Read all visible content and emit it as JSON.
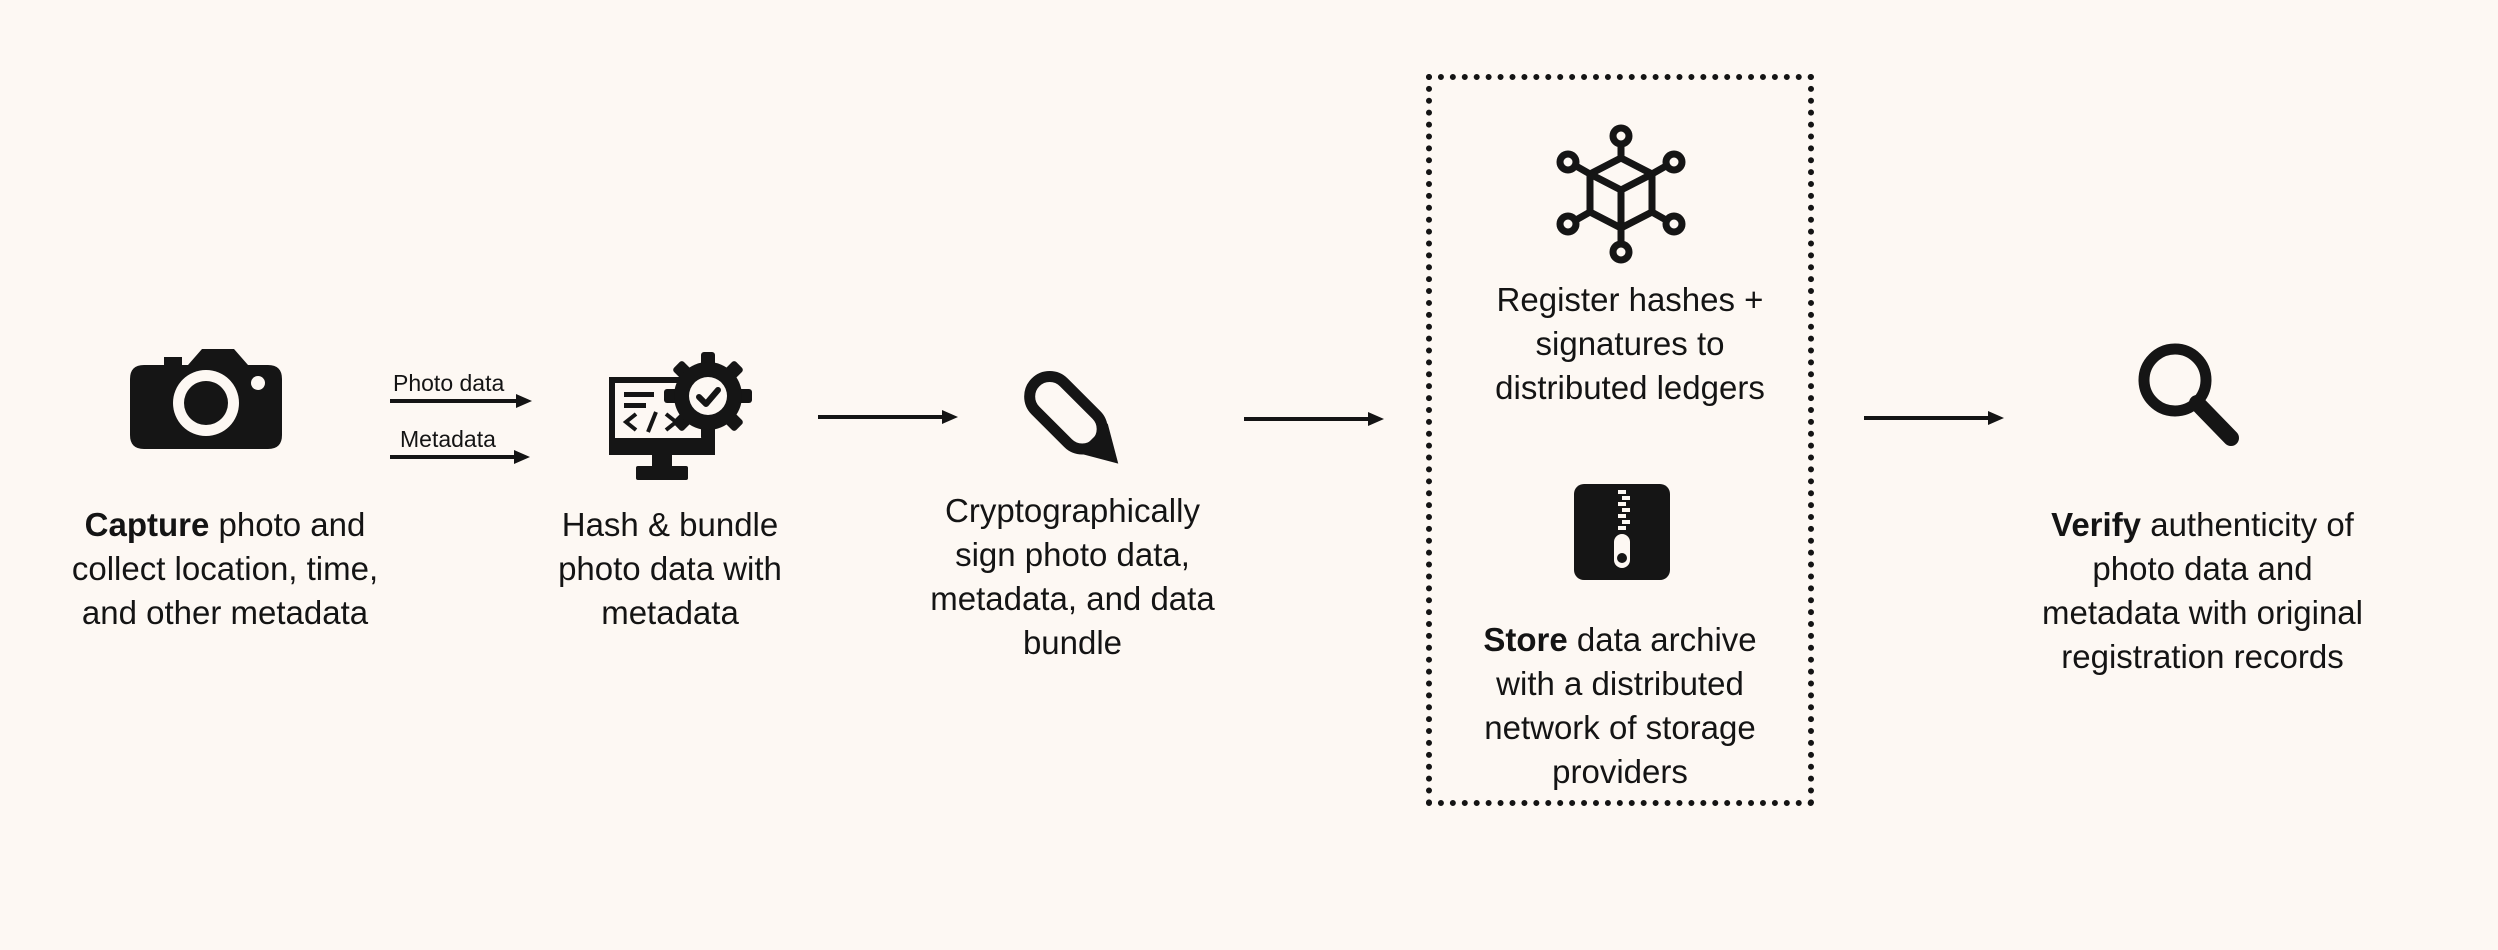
{
  "colors": {
    "background": "#fdf8f3",
    "ink": "#141414",
    "icon_fill": "#151515"
  },
  "steps": [
    {
      "icon": "camera-icon",
      "bold": "Capture",
      "text": " photo and collect location, time, and other metadata"
    },
    {
      "icon": "code-gear-monitor-icon",
      "text": "Hash & bundle photo data with metadata"
    },
    {
      "icon": "pen-icon",
      "text": "Cryptographically sign photo data, metadata, and data bundle"
    },
    {
      "icon": "blockchain-network-icon",
      "text": "Register hashes + signatures to distributed ledgers"
    },
    {
      "icon": "zip-archive-icon",
      "bold": "Store",
      "text": " data archive with a distributed network of storage providers"
    },
    {
      "icon": "magnifier-icon",
      "bold": "Verify",
      "text": " authenticity of photo data and metadata with original registration records"
    }
  ],
  "edge_labels": {
    "photo_data": "Photo data",
    "metadata": "Metadata"
  }
}
